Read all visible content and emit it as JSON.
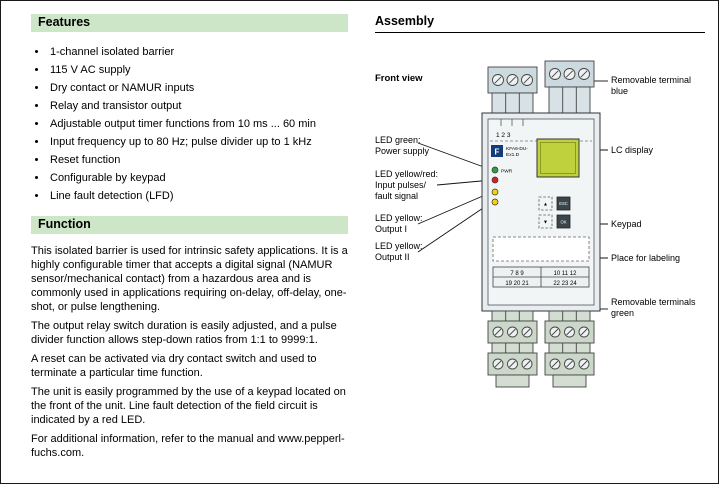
{
  "features": {
    "title": "Features",
    "items": [
      "1-channel isolated barrier",
      "115 V AC supply",
      "Dry contact or NAMUR inputs",
      "Relay and transistor output",
      "Adjustable output timer functions from 10 ms ... 60 min",
      "Input frequency up to 80 Hz; pulse divider up to 1 kHz",
      "Reset function",
      "Configurable by keypad",
      "Line fault detection (LFD)"
    ]
  },
  "function": {
    "title": "Function",
    "paragraphs": [
      "This isolated barrier is used for intrinsic safety applications. It is a highly configurable timer that accepts a digital signal (NAMUR sensor/mechanical contact) from a hazardous area and is commonly used in applications requiring on-delay, off-delay, one-shot, or pulse lengthening.",
      "The output relay switch duration is easily adjusted, and a pulse divider function allows step-down ratios from 1:1 to 9999:1.",
      "A reset can be activated via dry contact switch and used to terminate a particular time function.",
      "The unit is easily programmed by the use of a keypad located on the front of the unit. Line fault detection of the field circuit is indicated by a red LED.",
      "For additional information, refer to the manual and www.pepperl-fuchs.com."
    ]
  },
  "assembly": {
    "title": "Assembly",
    "front_view_label": "Front view",
    "callouts_left": [
      {
        "lines": [
          "LED green:",
          "Power supply"
        ]
      },
      {
        "lines": [
          "LED yellow/red:",
          "Input pulses/",
          "fault signal"
        ]
      },
      {
        "lines": [
          "LED yellow:",
          "Output I"
        ]
      },
      {
        "lines": [
          "LED yellow:",
          "Output II"
        ]
      }
    ],
    "callouts_right": [
      {
        "lines": [
          "Removable terminal",
          "blue"
        ]
      },
      {
        "lines": [
          "LC display"
        ]
      },
      {
        "lines": [
          "Keypad"
        ]
      },
      {
        "lines": [
          "Place for labeling"
        ]
      },
      {
        "lines": [
          "Removable terminals",
          "green"
        ]
      }
    ],
    "device": {
      "panel_terminal_numbers": "1 2 3",
      "logo_text": "F",
      "model_line1": "KFA6-DU-",
      "model_line2": "Ex1.D",
      "pwr_label": "PWR",
      "btn_up_glyph": "▲",
      "btn_down_glyph": "▼",
      "btn_esc_label": "ESC",
      "btn_ok_label": "OK",
      "terminal_grid": [
        "7 8 9",
        "10 11 12",
        "19 20 21",
        "22 23 24"
      ]
    }
  },
  "colors": {
    "section_header_bg": "#cde6c8",
    "display_green": "#bfd13c",
    "led_green": "#2f9e41",
    "led_red": "#d2232a",
    "led_yellow": "#f2d410",
    "terminal_blue_tint": "#ccd9df",
    "terminal_green_tint": "#cbd7c9"
  }
}
